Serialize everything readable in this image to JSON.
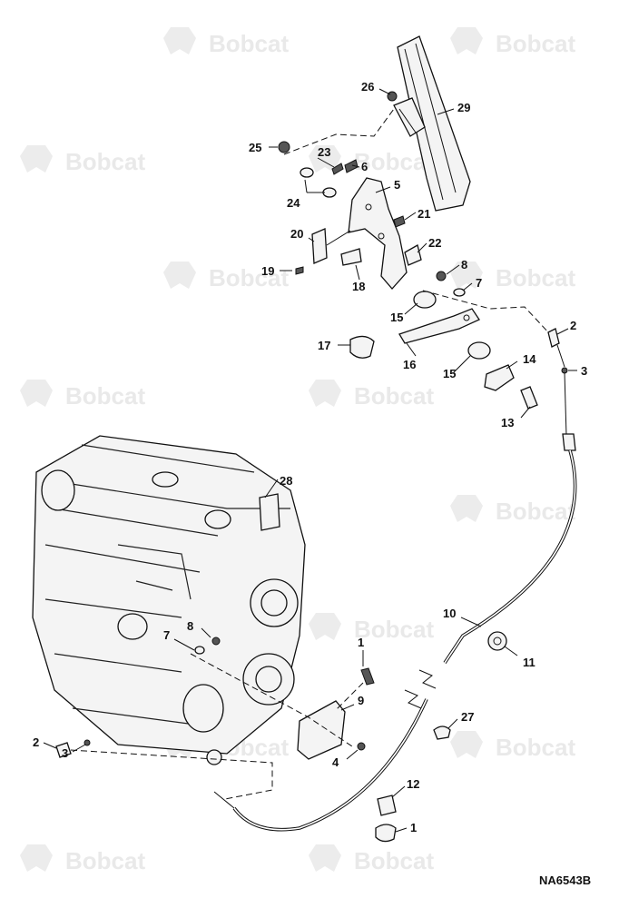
{
  "watermark": {
    "brand": "Bobcat"
  },
  "drawing_code": "NA6543B",
  "callouts": [
    {
      "id": "c26",
      "label": "26"
    },
    {
      "id": "c29",
      "label": "29"
    },
    {
      "id": "c25",
      "label": "25"
    },
    {
      "id": "c23",
      "label": "23"
    },
    {
      "id": "c6a",
      "label": "6"
    },
    {
      "id": "c5",
      "label": "5"
    },
    {
      "id": "c24",
      "label": "24"
    },
    {
      "id": "c21",
      "label": "21"
    },
    {
      "id": "c20",
      "label": "20"
    },
    {
      "id": "c22",
      "label": "22"
    },
    {
      "id": "c19",
      "label": "19"
    },
    {
      "id": "c18",
      "label": "18"
    },
    {
      "id": "c8a",
      "label": "8"
    },
    {
      "id": "c7a",
      "label": "7"
    },
    {
      "id": "c15a",
      "label": "15"
    },
    {
      "id": "c2a",
      "label": "2"
    },
    {
      "id": "c17",
      "label": "17"
    },
    {
      "id": "c16",
      "label": "16"
    },
    {
      "id": "c15b",
      "label": "15"
    },
    {
      "id": "c14",
      "label": "14"
    },
    {
      "id": "c3a",
      "label": "3"
    },
    {
      "id": "c13",
      "label": "13"
    },
    {
      "id": "c28",
      "label": "28"
    },
    {
      "id": "c10",
      "label": "10"
    },
    {
      "id": "c8b",
      "label": "8"
    },
    {
      "id": "c7b",
      "label": "7"
    },
    {
      "id": "c1a",
      "label": "1"
    },
    {
      "id": "c11",
      "label": "11"
    },
    {
      "id": "c9",
      "label": "9"
    },
    {
      "id": "c27",
      "label": "27"
    },
    {
      "id": "c2b",
      "label": "2"
    },
    {
      "id": "c3b",
      "label": "3"
    },
    {
      "id": "c4",
      "label": "4"
    },
    {
      "id": "c12",
      "label": "12"
    },
    {
      "id": "c1b",
      "label": "1"
    }
  ]
}
